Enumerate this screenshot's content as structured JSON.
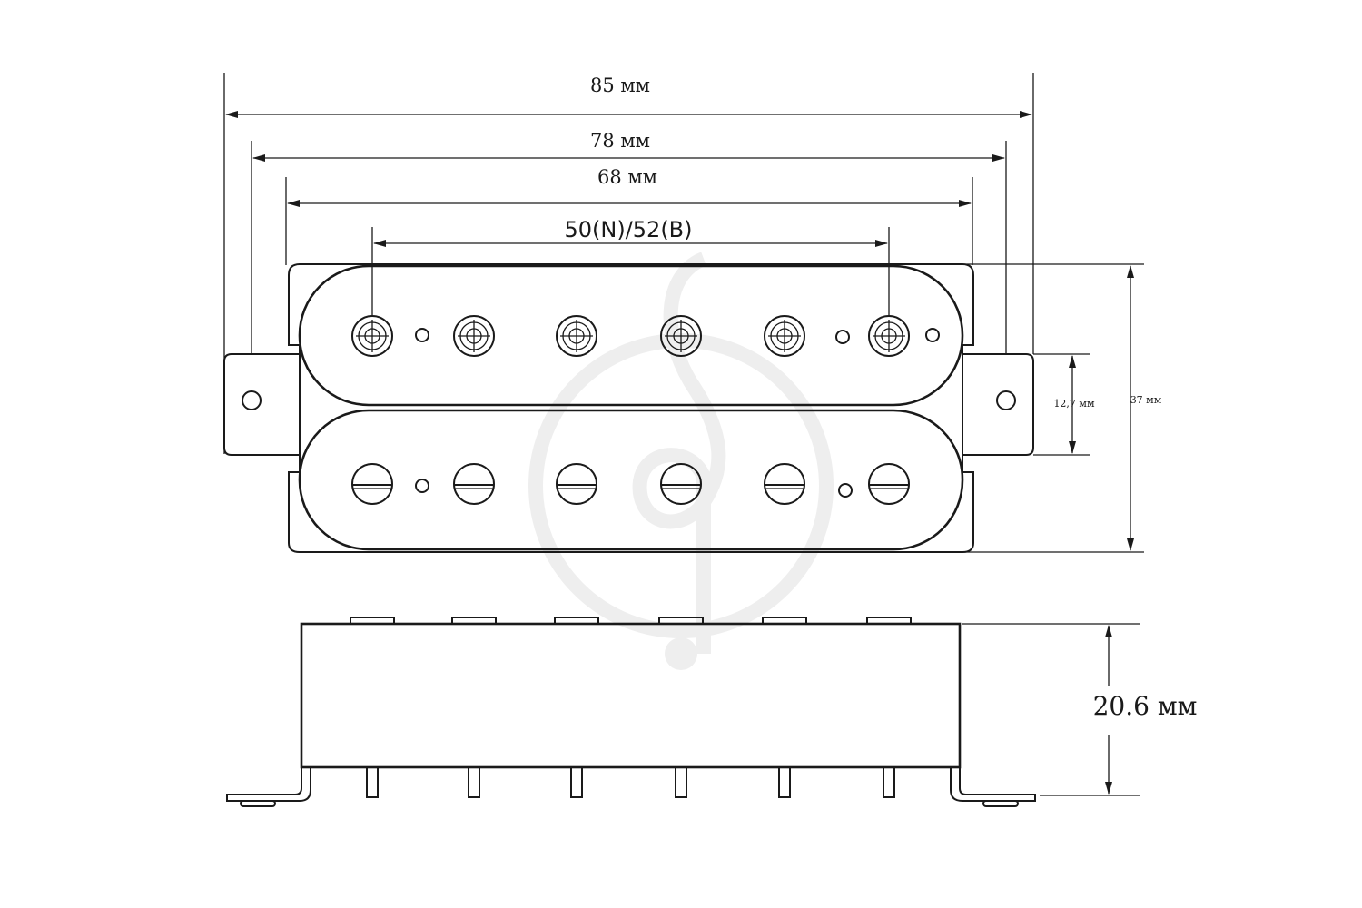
{
  "dimensions": {
    "overall_width": "85 мм",
    "mounting_holes": "78 мм",
    "cover_width": "68 мм",
    "pole_spacing": "50(N)/52(B)",
    "ear_height": "12,7 мм",
    "total_height": "37 мм",
    "depth": "20.6 мм"
  },
  "colors": {
    "line": "#1a1a1a",
    "watermark": "#eeeeee",
    "background": "#ffffff"
  }
}
